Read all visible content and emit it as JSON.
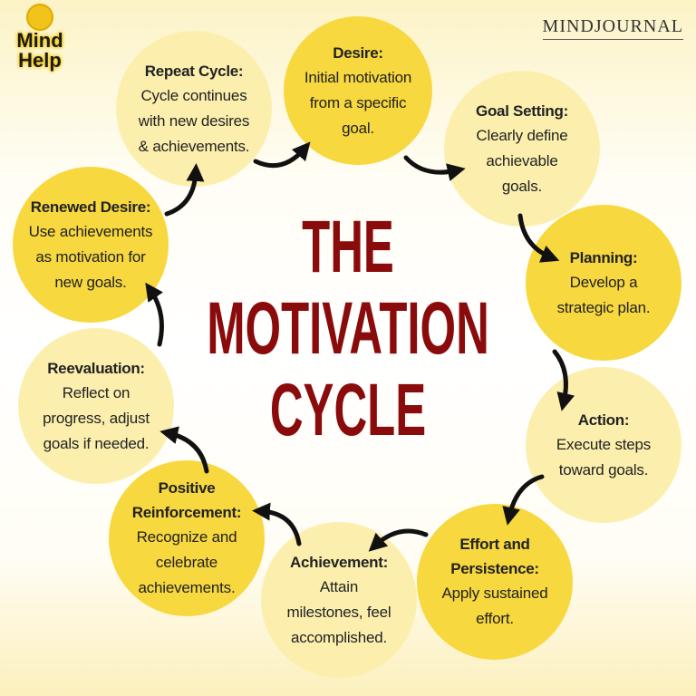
{
  "logo": {
    "text_line1": "Mind",
    "text_line2": "Help",
    "icon": "mind-help-flower-icon"
  },
  "brand": {
    "text": "MINDJOURNAL"
  },
  "title": {
    "line1": "THE",
    "line2": "MOTIVATION",
    "line3": "CYCLE"
  },
  "colors": {
    "title": "#8a0b0b",
    "circle_dark": "#f7d83f",
    "circle_light": "#fcefae",
    "arrow": "#111111"
  },
  "steps": [
    {
      "title": "Desire:",
      "body": [
        "Initial motivation",
        "from a specific",
        "goal."
      ]
    },
    {
      "title": "Goal Setting:",
      "body": [
        "Clearly define",
        "achievable",
        "goals."
      ]
    },
    {
      "title": "Planning:",
      "body": [
        "Develop a",
        "strategic plan."
      ]
    },
    {
      "title": "Action:",
      "body": [
        "Execute steps",
        "toward goals."
      ]
    },
    {
      "title": "Effort and",
      "title2": "Persistence:",
      "body": [
        "Apply sustained",
        "effort."
      ]
    },
    {
      "title": "Achievement:",
      "body": [
        "Attain",
        "milestones, feel",
        "accomplished."
      ]
    },
    {
      "title": "Positive",
      "title2": "Reinforcement:",
      "body": [
        "Recognize and",
        "celebrate",
        "achievements."
      ]
    },
    {
      "title": "Reevaluation:",
      "body": [
        "Reflect on",
        "progress, adjust",
        "goals if needed."
      ]
    },
    {
      "title": "Renewed Desire:",
      "body": [
        "Use achievements",
        "as motivation for",
        "new goals."
      ]
    },
    {
      "title": "Repeat Cycle:",
      "body": [
        "Cycle continues",
        "with new desires",
        "& achievements."
      ]
    }
  ]
}
